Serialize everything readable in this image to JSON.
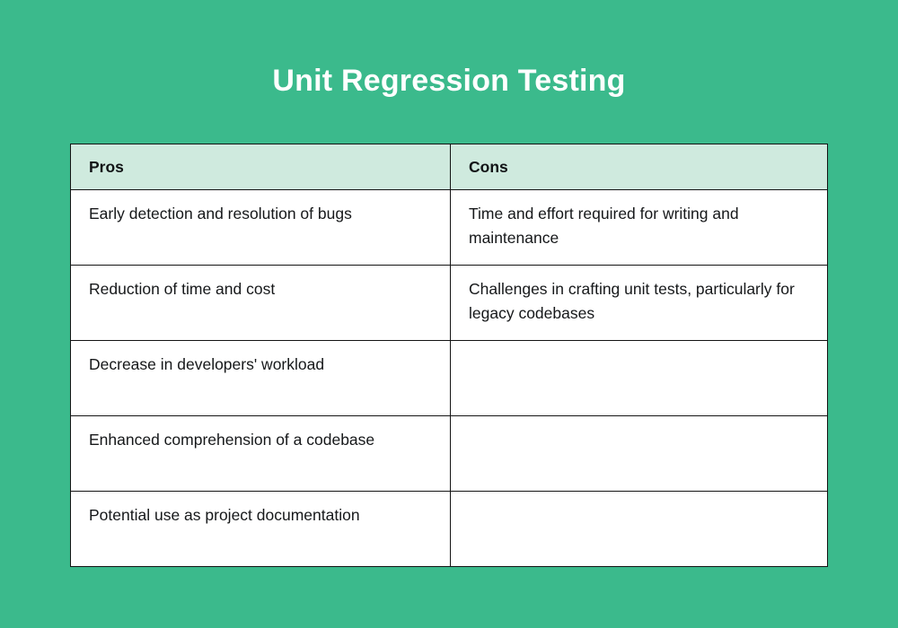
{
  "colors": {
    "background": "#3bba8c",
    "title_text": "#ffffff",
    "table_background": "#ffffff",
    "header_background": "#cfeade",
    "border": "#141414",
    "body_text": "#16181a"
  },
  "title": "Unit Regression Testing",
  "table": {
    "columns": [
      {
        "key": "pros",
        "label": "Pros"
      },
      {
        "key": "cons",
        "label": "Cons"
      }
    ],
    "rows": [
      {
        "pros": "Early detection and resolution of bugs",
        "cons": "Time and effort required for writing and maintenance"
      },
      {
        "pros": "Reduction of time and cost",
        "cons": "Challenges in crafting unit tests, particularly for legacy codebases"
      },
      {
        "pros": "Decrease in developers' workload",
        "cons": ""
      },
      {
        "pros": "Enhanced comprehension of a codebase",
        "cons": ""
      },
      {
        "pros": "Potential use as project documentation",
        "cons": ""
      }
    ]
  }
}
